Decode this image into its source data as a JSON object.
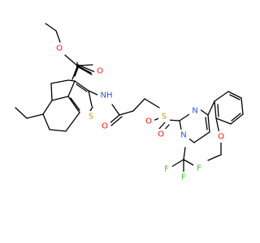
{
  "colors": {
    "carbon_bond": "#000000",
    "oxygen": "#ff0d0d",
    "nitrogen": "#3050f8",
    "sulfur": "#b2a000",
    "fluorine": "#33cc33",
    "background": "#ffffff"
  },
  "atoms": {
    "ester_o_single": "O",
    "ester_o_double": "O",
    "thiophene_s": "S",
    "amide_nh": "NH",
    "amide_o": "O",
    "sulfonyl_s": "S",
    "sulfonyl_o_left": "O",
    "sulfonyl_o_bottom": "O",
    "pyrimidine_n_upper": "N",
    "pyrimidine_n_lower": "N",
    "methoxy_o": "O",
    "fluorine_left": "F",
    "fluorine_right": "F",
    "fluorine_bottom": "F"
  }
}
